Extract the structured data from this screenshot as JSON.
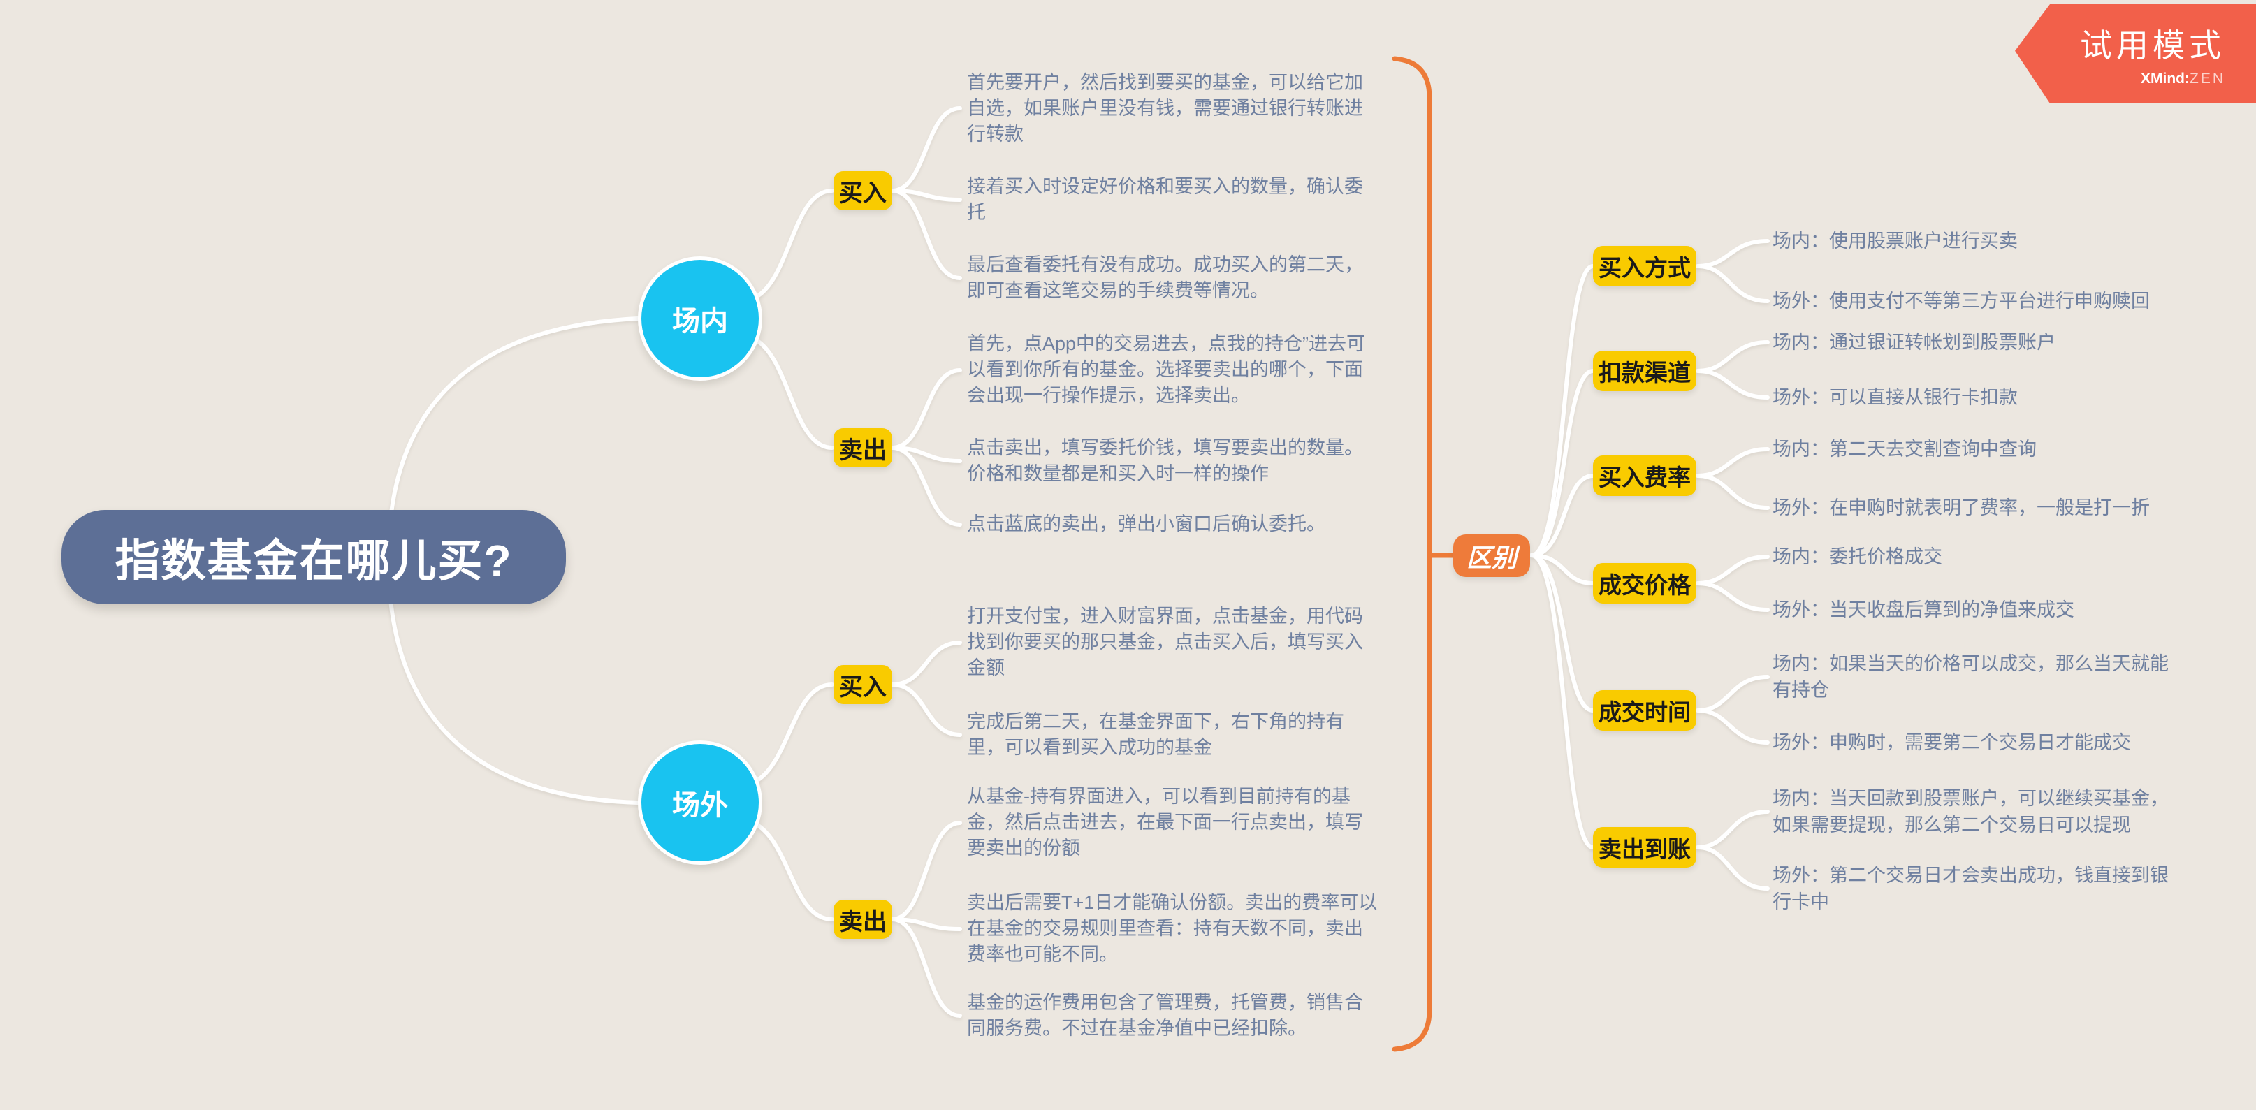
{
  "badge": {
    "title": "试用模式",
    "brand_bold": "XMind",
    "brand_sep": ":",
    "brand_light": "ZEN"
  },
  "root": {
    "label": "指数基金在哪儿买?"
  },
  "inner": {
    "label": "场内",
    "buy": {
      "label": "买入",
      "notes": [
        "首先要开户，然后找到要买的基金，可以给它加\n自选，如果账户里没有钱，需要通过银行转账进\n行转款",
        "接着买入时设定好价格和要买入的数量，确认委\n托",
        "最后查看委托有没有成功。成功买入的第二天，\n即可查看这笔交易的手续费等情况。"
      ]
    },
    "sell": {
      "label": "卖出",
      "notes": [
        "首先，点App中的交易进去，点我的持仓”进去可\n以看到你所有的基金。选择要卖出的哪个，下面\n会出现一行操作提示，选择卖出。",
        "点击卖出，填写委托价钱，填写要卖出的数量。\n价格和数量都是和买入时一样的操作",
        "点击蓝底的卖出，弹出小窗口后确认委托。"
      ]
    }
  },
  "outer": {
    "label": "场外",
    "buy": {
      "label": "买入",
      "notes": [
        "打开支付宝，进入财富界面，点击基金，用代码\n找到你要买的那只基金，点击买入后，填写买入\n金额",
        "完成后第二天，在基金界面下，右下角的持有\n里，可以看到买入成功的基金"
      ]
    },
    "sell": {
      "label": "卖出",
      "notes": [
        "从基金-持有界面进入，可以看到目前持有的基\n金，然后点击进去，在最下面一行点卖出，填写\n要卖出的份额",
        "卖出后需要T+1日才能确认份额。卖出的费率可以\n在基金的交易规则里查看：持有天数不同，卖出\n费率也可能不同。",
        "基金的运作费用包含了管理费，托管费，销售合\n同服务费。不过在基金净值中已经扣除。"
      ]
    }
  },
  "summary": {
    "label": "区别",
    "rows": [
      {
        "label": "买入方式",
        "inner": "场内：使用股票账户进行买卖",
        "outer": "场外：使用支付不等第三方平台进行申购赎回"
      },
      {
        "label": "扣款渠道",
        "inner": "场内：通过银证转帐划到股票账户",
        "outer": "场外：可以直接从银行卡扣款"
      },
      {
        "label": "买入费率",
        "inner": "场内：第二天去交割查询中查询",
        "outer": "场外：在申购时就表明了费率，一般是打一折"
      },
      {
        "label": "成交价格",
        "inner": "场内：委托价格成交",
        "outer": "场外：当天收盘后算到的净值来成交"
      },
      {
        "label": "成交时间",
        "inner": "场内：如果当天的价格可以成交，那么当天就能\n有持仓",
        "outer": "场外：申购时，需要第二个交易日才能成交"
      },
      {
        "label": "卖出到账",
        "inner": "场内：当天回款到股票账户，可以继续买基金，\n如果需要提现，那么第二个交易日可以提现",
        "outer": "场外：第二个交易日才会卖出成功，钱直接到银\n行卡中"
      }
    ]
  },
  "colors": {
    "background": "#ECE7E0",
    "root_fill": "#5D6F96",
    "branch_fill": "#19C3F0",
    "topic_fill": "#F9CB00",
    "summary_fill": "#EE7B3A",
    "brace": "#ED7B38",
    "note_text": "#6F80A0",
    "ribbon": "#F2604A",
    "edge": "#FFFFFF"
  }
}
